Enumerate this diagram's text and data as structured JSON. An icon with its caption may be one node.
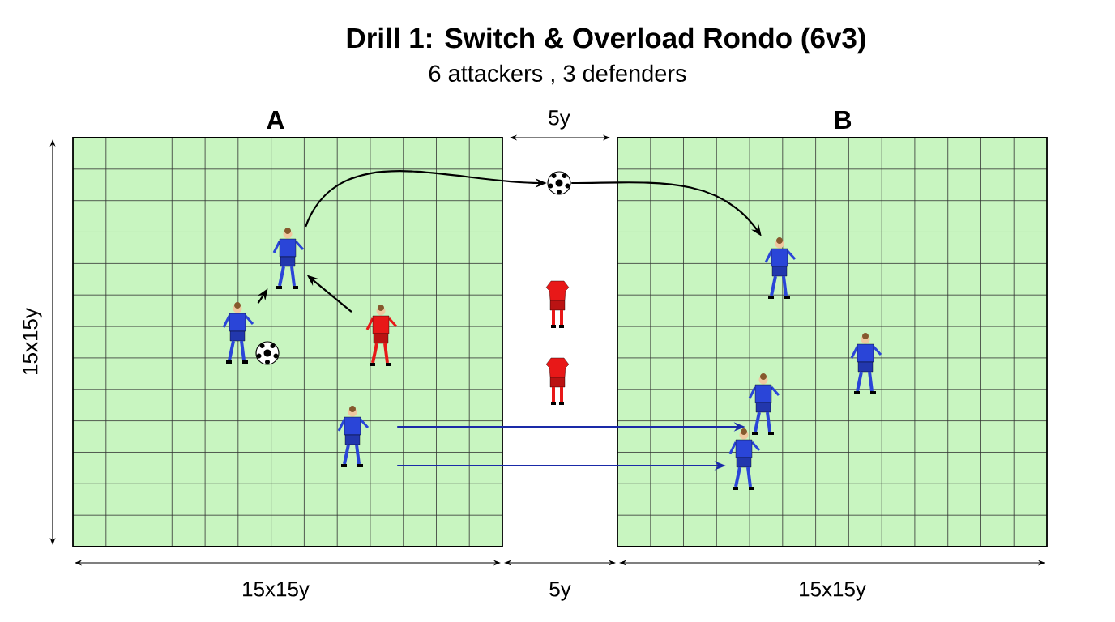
{
  "diagram": {
    "title": "Drill 1: Switch & Overload Rondo (6v3)",
    "nodes": [
      {
        "text": [
          "A"
        ]
      },
      {
        "text": [
          "B"
        ]
      },
      {
        "text": [],
        "shape": "person",
        "in": 0
      },
      {
        "text": [],
        "shape": "person",
        "in": 0
      },
      {
        "text": [],
        "shape": "picture",
        "in": 0
      },
      {
        "text": [],
        "shape": "person",
        "in": 0
      },
      {
        "text": [],
        "shape": "person",
        "in": 0
      },
      {
        "text": [],
        "shape": "picture"
      },
      {
        "text": [],
        "shape": "picture"
      },
      {
        "text": [],
        "shape": "picture"
      },
      {
        "text": [],
        "shape": "person",
        "in": 1
      },
      {
        "text": [],
        "shape": "person",
        "in": 1
      },
      {
        "text": [],
        "shape": "person",
        "in": 1
      },
      {
        "text": [],
        "shape": "person",
        "in": 1
      }
    ],
    "edges": [
      {
        "from": 3,
        "to": 2,
        "arrow": "to"
      },
      {
        "from": 5,
        "to": 2,
        "arrow": "to"
      },
      {
        "from": 2,
        "to": 7,
        "arrow": "to"
      },
      {
        "from": 7,
        "to": 10,
        "arrow": "to"
      },
      {
        "from": 6,
        "to": 12,
        "arrow": "to",
        "color": "#1a2aa8"
      },
      {
        "from": 6,
        "to": 13,
        "arrow": "to",
        "color": "#1a2aa8"
      }
    ],
    "labels": [
      "6 attackers , 3 defenders",
      "5y",
      "15x15y",
      "15x15y",
      "5y",
      "15x15y"
    ]
  }
}
